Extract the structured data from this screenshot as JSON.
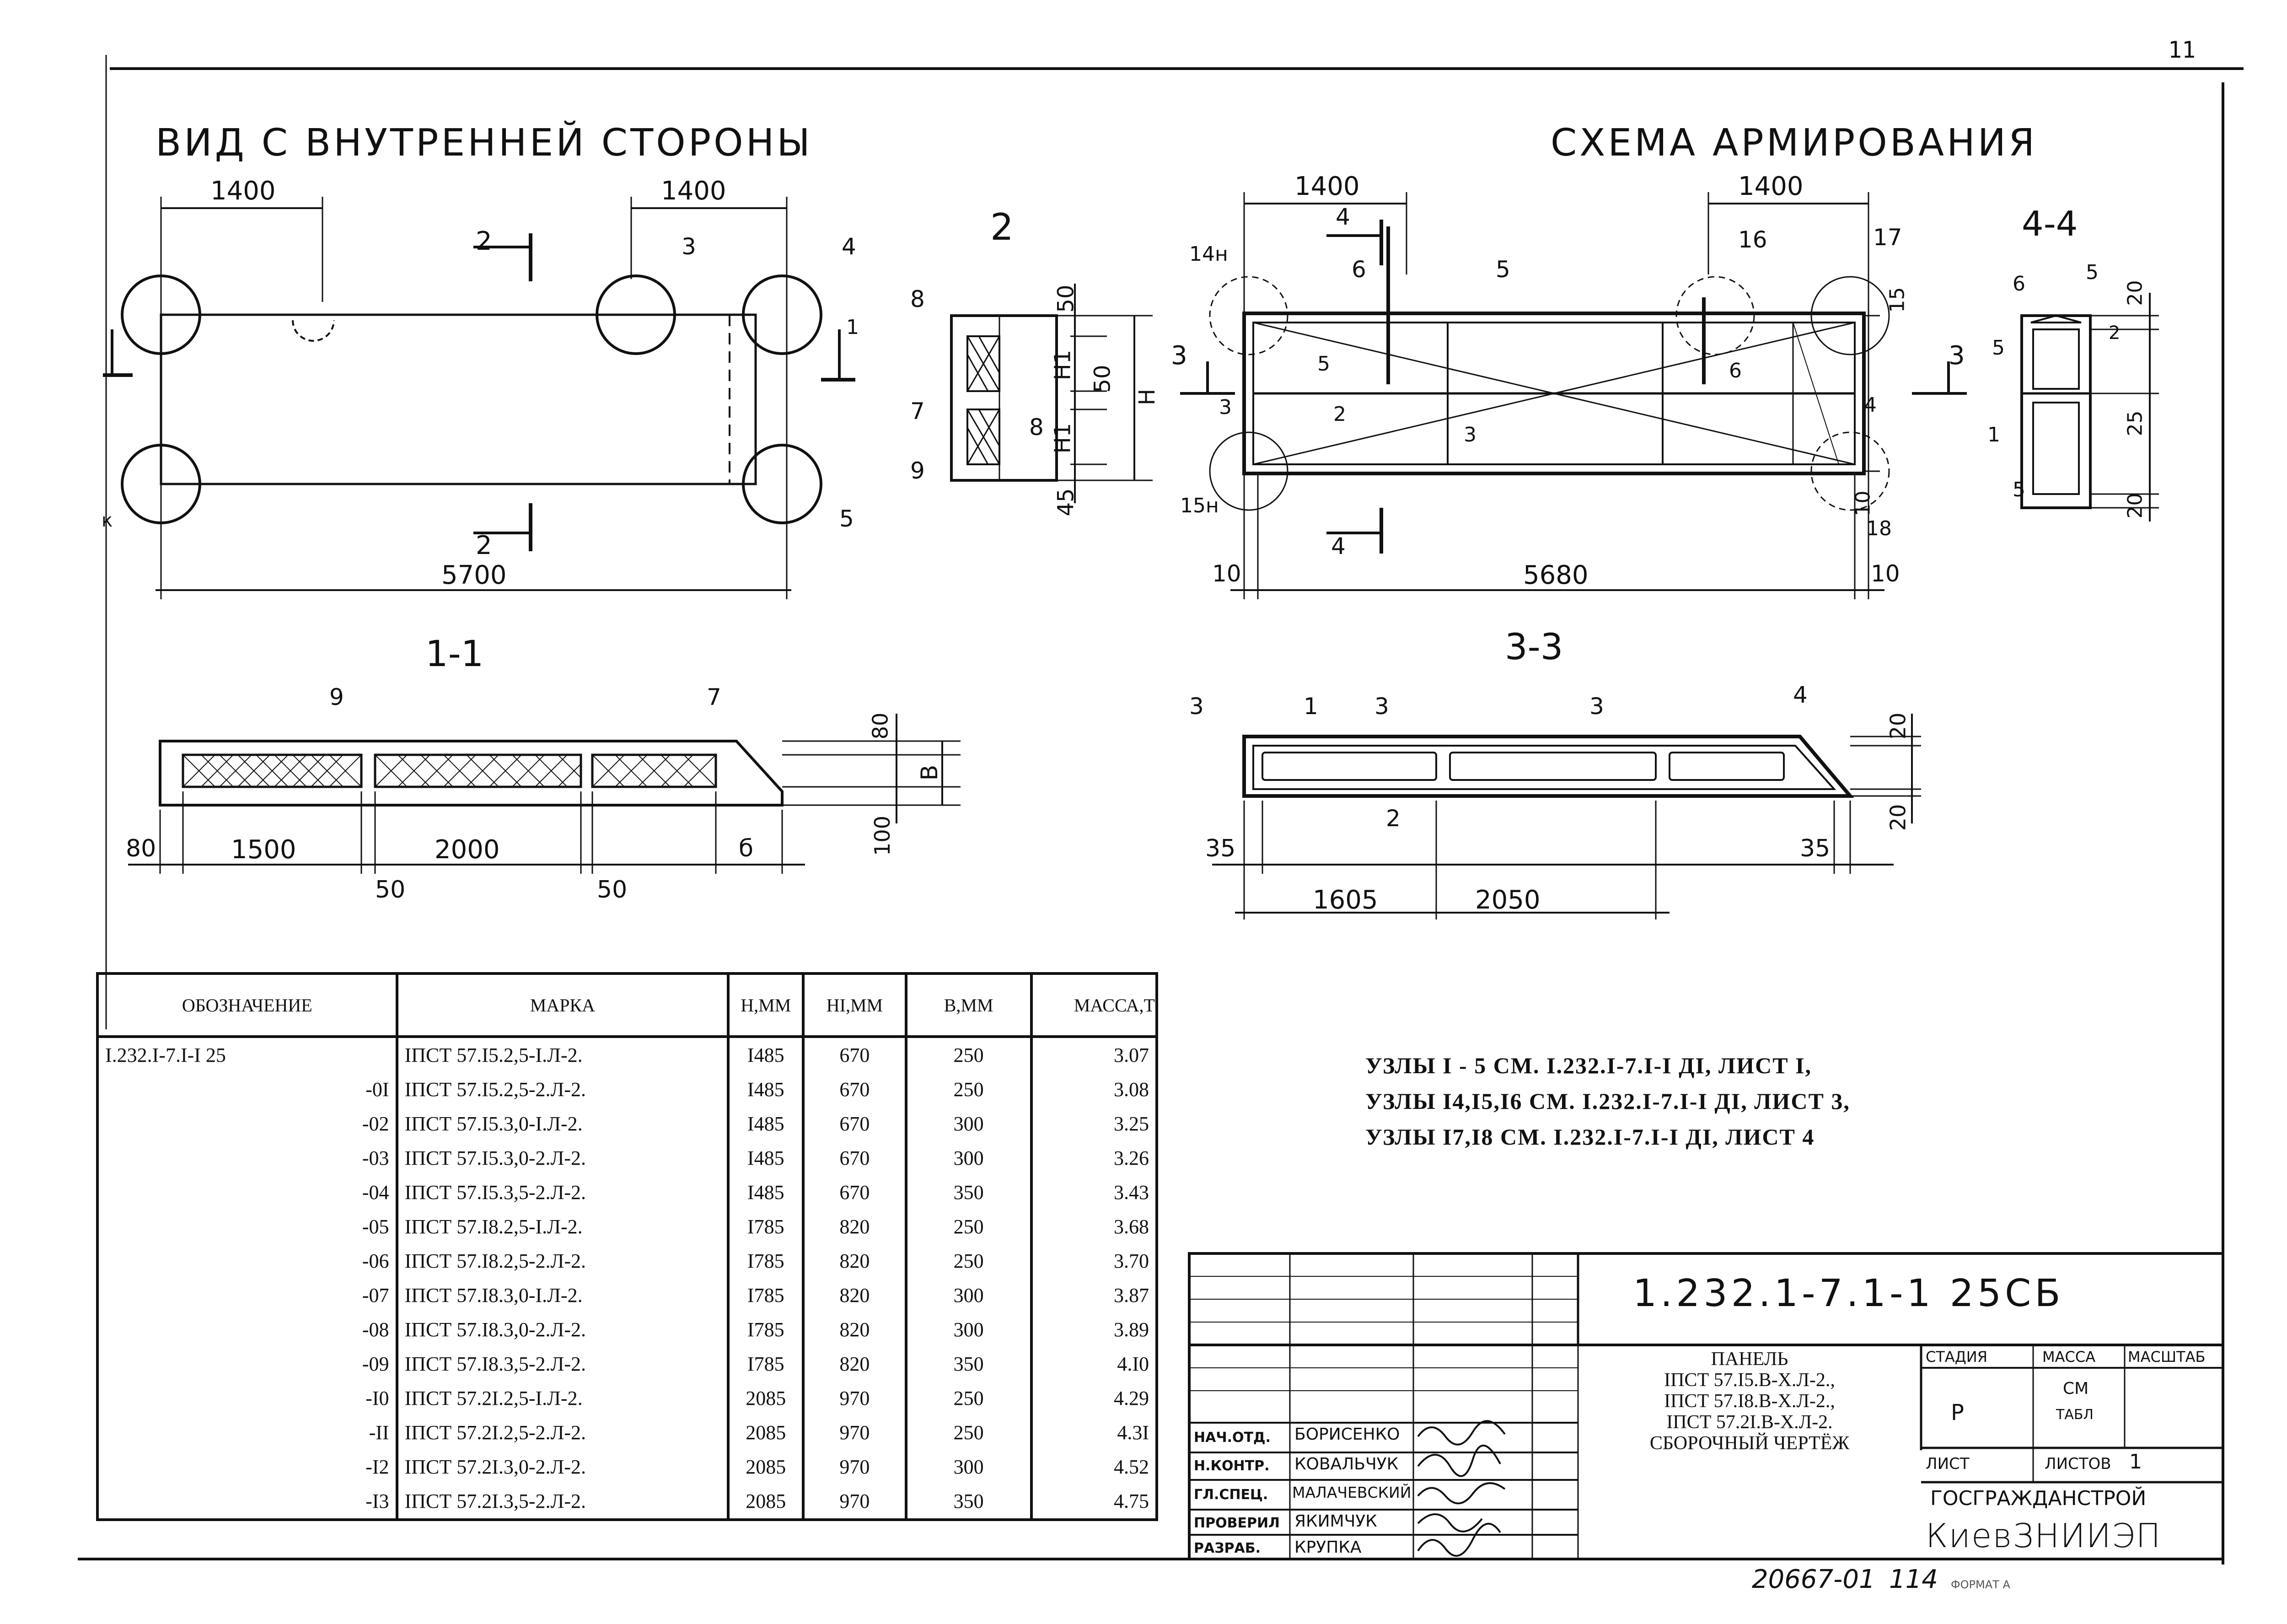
{
  "sheet_number": "11",
  "titles": {
    "inner_view": "ВИД С ВНУТРЕННЕЙ СТОРОНЫ",
    "reinforcement": "СХЕМА АРМИРОВАНИЯ",
    "section_2": "2",
    "section_4_4": "4-4",
    "section_1_1": "1-1",
    "section_3_3": "3-3"
  },
  "inner_view": {
    "dim_left": "1400",
    "dim_right": "1400",
    "dim_total": "5700",
    "cut_2": "2",
    "cut_1": "1",
    "nodes": [
      "3",
      "4",
      "5",
      "к"
    ]
  },
  "section2": {
    "dims": [
      "50",
      "H1",
      "50",
      "H1",
      "45",
      "H"
    ],
    "positions": [
      "8",
      "7",
      "9",
      "8"
    ]
  },
  "reinforcement": {
    "dim_left": "1400",
    "dim_right": "1400",
    "dim_total": "5680",
    "dim_end_left": "10",
    "dim_end_right": "10",
    "dim_15": "15",
    "dim_10": "10",
    "cut_3": "3",
    "cut_4": "4",
    "positions": [
      "14н",
      "6",
      "5",
      "16",
      "17",
      "5",
      "2",
      "6",
      "3",
      "4",
      "3",
      "15н",
      "18"
    ]
  },
  "section44": {
    "positions": [
      "6",
      "5",
      "2",
      "5",
      "1",
      "5"
    ],
    "dims": [
      "20",
      "25",
      "20"
    ]
  },
  "section11": {
    "positions": [
      "9",
      "7"
    ],
    "dims": [
      "80",
      "1500",
      "2000",
      "б",
      "50",
      "50",
      "80",
      "100",
      "B"
    ]
  },
  "section33": {
    "positions": [
      "3",
      "1",
      "3",
      "3",
      "4",
      "2"
    ],
    "dims": [
      "35",
      "35",
      "1605",
      "2050",
      "20",
      "20"
    ]
  },
  "spec_table": {
    "headers": [
      "ОБОЗНАЧЕНИЕ",
      "МАРКА",
      "Н,ММ",
      "НI,ММ",
      "В,ММ",
      "МАССА,Т"
    ],
    "rows": [
      [
        "I.232.I-7.I-I 25",
        "IПСТ 57.I5.2,5-I.Л-2.",
        "I485",
        "670",
        "250",
        "3.07"
      ],
      [
        "-0I",
        "IПСТ 57.I5.2,5-2.Л-2.",
        "I485",
        "670",
        "250",
        "3.08"
      ],
      [
        "-02",
        "IПСТ 57.I5.3,0-I.Л-2.",
        "I485",
        "670",
        "300",
        "3.25"
      ],
      [
        "-03",
        "IПСТ 57.I5.3,0-2.Л-2.",
        "I485",
        "670",
        "300",
        "3.26"
      ],
      [
        "-04",
        "IПСТ 57.I5.3,5-2.Л-2.",
        "I485",
        "670",
        "350",
        "3.43"
      ],
      [
        "-05",
        "IПСТ 57.I8.2,5-I.Л-2.",
        "I785",
        "820",
        "250",
        "3.68"
      ],
      [
        "-06",
        "IПСТ 57.I8.2,5-2.Л-2.",
        "I785",
        "820",
        "250",
        "3.70"
      ],
      [
        "-07",
        "IПСТ 57.I8.3,0-I.Л-2.",
        "I785",
        "820",
        "300",
        "3.87"
      ],
      [
        "-08",
        "IПСТ 57.I8.3,0-2.Л-2.",
        "I785",
        "820",
        "300",
        "3.89"
      ],
      [
        "-09",
        "IПСТ 57.I8.3,5-2.Л-2.",
        "I785",
        "820",
        "350",
        "4.I0"
      ],
      [
        "-I0",
        "IПСТ 57.2I.2,5-I.Л-2.",
        "2085",
        "970",
        "250",
        "4.29"
      ],
      [
        "-II",
        "IПСТ 57.2I.2,5-2.Л-2.",
        "2085",
        "970",
        "250",
        "4.3I"
      ],
      [
        "-I2",
        "IПСТ 57.2I.3,0-2.Л-2.",
        "2085",
        "970",
        "300",
        "4.52"
      ],
      [
        "-I3",
        "IПСТ 57.2I.3,5-2.Л-2.",
        "2085",
        "970",
        "350",
        "4.75"
      ]
    ]
  },
  "notes": [
    "УЗЛЫ  I - 5  СМ. I.232.I-7.I-I ДI, ЛИСТ I,",
    "УЗЛЫ  I4,I5,I6  СМ. I.232.I-7.I-I ДI, ЛИСТ 3,",
    "УЗЛЫ  I7,I8  СМ. I.232.I-7.I-I ДI, ЛИСТ 4"
  ],
  "title_block": {
    "doc_code": "1.232.1-7.1-1 25СБ",
    "name_lines": [
      "ПАНЕЛЬ",
      "IПСТ 57.I5.В-Х.Л-2.,",
      "IПСТ 57.I8.В-Х.Л-2.,",
      "IПСТ 57.2I.В-Х.Л-2.",
      "СБОРОЧНЫЙ ЧЕРТЁЖ"
    ],
    "col_stage": "СТАДИЯ",
    "col_mass": "МАССА",
    "col_scale": "МАСШТАБ",
    "stage_value": "Р",
    "mass_note_1": "СМ",
    "mass_note_2": "ТАБЛ",
    "sheet_label": "ЛИСТ",
    "sheets_label": "ЛИСТОВ",
    "sheets_value": "1",
    "org_1": "ГОСГРАЖДАНСТРОЙ",
    "org_2": "КиевЗНИИЭП",
    "signatures": [
      {
        "role": "НАЧ.ОТД.",
        "name": "БОРИСЕНКО"
      },
      {
        "role": "Н.КОНТР.",
        "name": "КОВАЛЬЧУК"
      },
      {
        "role": "ГЛ.СПЕЦ.",
        "name": "МАЛАЧЕВСКИЙ"
      },
      {
        "role": "ПРОВЕРИЛ",
        "name": "ЯКИМЧУК"
      },
      {
        "role": "РАЗРАБ.",
        "name": "КРУПКА"
      }
    ]
  },
  "footer": {
    "inventory": "20667-01",
    "page": "114",
    "format": "ФОРМАТ А"
  }
}
